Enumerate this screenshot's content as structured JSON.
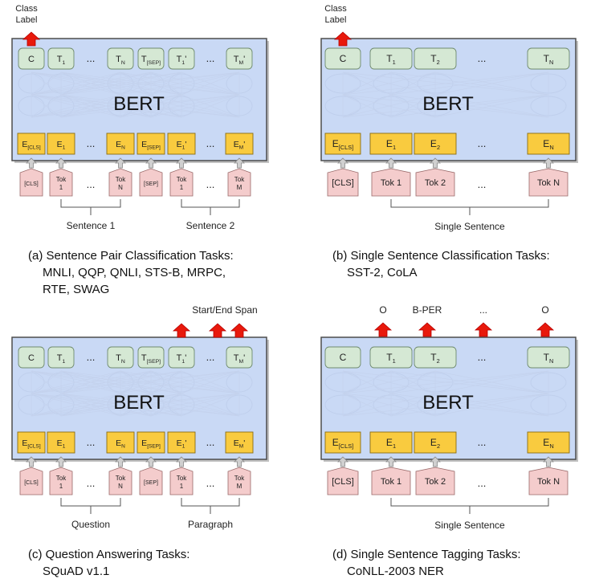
{
  "panels": [
    {
      "id": "a",
      "model_label": "BERT",
      "top_label": "Class\nLabel",
      "t_tokens": [
        "C",
        "T|1",
        "...",
        "T|N",
        "T|[SEP]",
        "T|1|'",
        "...",
        "T|M|'"
      ],
      "e_tokens": [
        "E|[CLS]",
        "E|1",
        "...",
        "E|N",
        "E|[SEP]",
        "E|1|'",
        "...",
        "E|M|'"
      ],
      "inputs": [
        "[CLS]",
        "Tok\n1",
        "...",
        "Tok\nN",
        "[SEP]",
        "Tok\n1",
        "...",
        "Tok\nM"
      ],
      "segments": [
        "Sentence 1",
        "Sentence 2"
      ],
      "caption": [
        "(a) Sentence Pair Classification Tasks:",
        "MNLI, QQP, QNLI, STS-B, MRPC,",
        "RTE, SWAG"
      ]
    },
    {
      "id": "b",
      "model_label": "BERT",
      "top_label": "Class\nLabel",
      "t_tokens": [
        "C",
        "T|1",
        "T|2",
        "...",
        "T|N"
      ],
      "e_tokens": [
        "E|[CLS]",
        "E|1",
        "E|2",
        "...",
        "E|N"
      ],
      "inputs": [
        "[CLS]",
        "Tok 1",
        "Tok 2",
        "...",
        "Tok N"
      ],
      "segments": [
        "Single Sentence"
      ],
      "caption": [
        "(b) Single Sentence Classification Tasks:",
        "SST-2, CoLA"
      ]
    },
    {
      "id": "c",
      "model_label": "BERT",
      "top_label": "Start/End Span",
      "t_tokens": [
        "C",
        "T|1",
        "...",
        "T|N",
        "T|[SEP]",
        "T|1|'",
        "...",
        "T|M|'"
      ],
      "e_tokens": [
        "E|[CLS]",
        "E|1",
        "...",
        "E|N",
        "E|[SEP]",
        "E|1|'",
        "...",
        "E|M|'"
      ],
      "inputs": [
        "[CLS]",
        "Tok\n1",
        "...",
        "Tok\nN",
        "[SEP]",
        "Tok\n1",
        "...",
        "Tok\nM"
      ],
      "segments": [
        "Question",
        "Paragraph"
      ],
      "caption": [
        "(c) Question Answering Tasks:",
        "SQuAD v1.1"
      ]
    },
    {
      "id": "d",
      "model_label": "BERT",
      "output_labels": [
        "O",
        "B-PER",
        "...",
        "O"
      ],
      "t_tokens": [
        "C",
        "T|1",
        "T|2",
        "...",
        "T|N"
      ],
      "e_tokens": [
        "E|[CLS]",
        "E|1",
        "E|2",
        "...",
        "E|N"
      ],
      "inputs": [
        "[CLS]",
        "Tok 1",
        "Tok 2",
        "...",
        "Tok N"
      ],
      "segments": [
        "Single Sentence"
      ],
      "caption": [
        "(d) Single Sentence Tagging Tasks:",
        "CoNLL-2003 NER"
      ]
    }
  ],
  "colors": {
    "bert_fill": "#c9d9f5",
    "t_fill": "#d5e8d4",
    "e_fill": "#f9cb3f",
    "tok_fill": "#f4cccc",
    "arrow_red": "#e8190c",
    "arrow_gray": "#d0d0d0"
  }
}
